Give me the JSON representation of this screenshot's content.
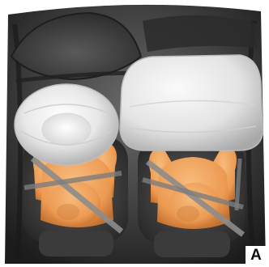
{
  "figure": {
    "corner_label": "A"
  },
  "colors": {
    "background": "#ffffff",
    "interior_dark": "#2e2e2e",
    "interior_mid": "#4a4a4a",
    "airbag_light": "#f2f2f2",
    "airbag_shadow": "#c9c9c9",
    "occupant_skin": "#f0a45e",
    "occupant_shadow": "#c9773a",
    "seatbelt": "#8c8c8c"
  },
  "elements": {
    "dashboard": "dashboard",
    "driver_airbag": "driver-airbag",
    "passenger_airbag": "passenger-airbag",
    "driver": "driver-occupant",
    "passenger": "passenger-occupant"
  }
}
